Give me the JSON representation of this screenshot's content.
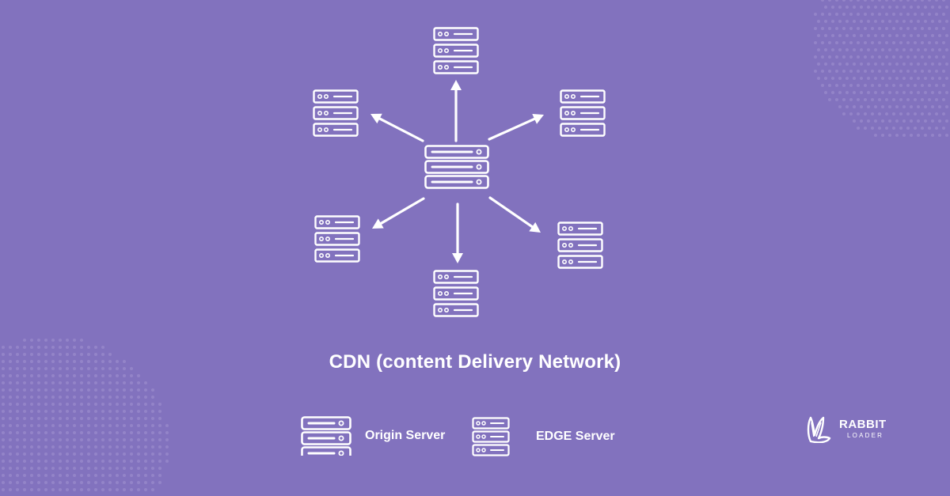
{
  "diagram": {
    "title": "CDN (content Delivery Network)",
    "center": {
      "role": "origin-server",
      "icon": "origin-server-icon"
    },
    "edges": [
      {
        "name": "edge-server-top",
        "icon": "edge-server-icon"
      },
      {
        "name": "edge-server-top-left",
        "icon": "edge-server-icon"
      },
      {
        "name": "edge-server-top-right",
        "icon": "edge-server-icon"
      },
      {
        "name": "edge-server-bottom-left",
        "icon": "edge-server-icon"
      },
      {
        "name": "edge-server-bottom-right",
        "icon": "edge-server-icon"
      },
      {
        "name": "edge-server-bottom",
        "icon": "edge-server-icon"
      }
    ],
    "arrow_direction": "origin-to-edge"
  },
  "legend": {
    "origin_label": "Origin Server",
    "edge_label": "EDGE Server"
  },
  "brand": {
    "name": "RABBIT",
    "subtitle": "LOADER"
  },
  "colors": {
    "background": "#8272be",
    "foreground": "#ffffff",
    "dot_pattern": "#9384c8"
  }
}
